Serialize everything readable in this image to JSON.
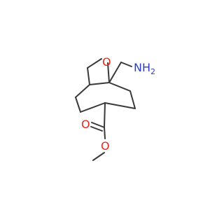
{
  "structure": {
    "atoms": [
      {
        "id": "O1",
        "element": "O",
        "label": "O",
        "color": "#e8281e"
      },
      {
        "id": "N1",
        "element": "N",
        "label": "NH",
        "subscript": "2",
        "color": "#2a3ec8"
      },
      {
        "id": "O2",
        "element": "O",
        "label": "O",
        "color": "#e8281e"
      },
      {
        "id": "O3",
        "element": "O",
        "label": "O",
        "color": "#e8281e"
      }
    ],
    "bond_color": "#3a3a3a"
  }
}
